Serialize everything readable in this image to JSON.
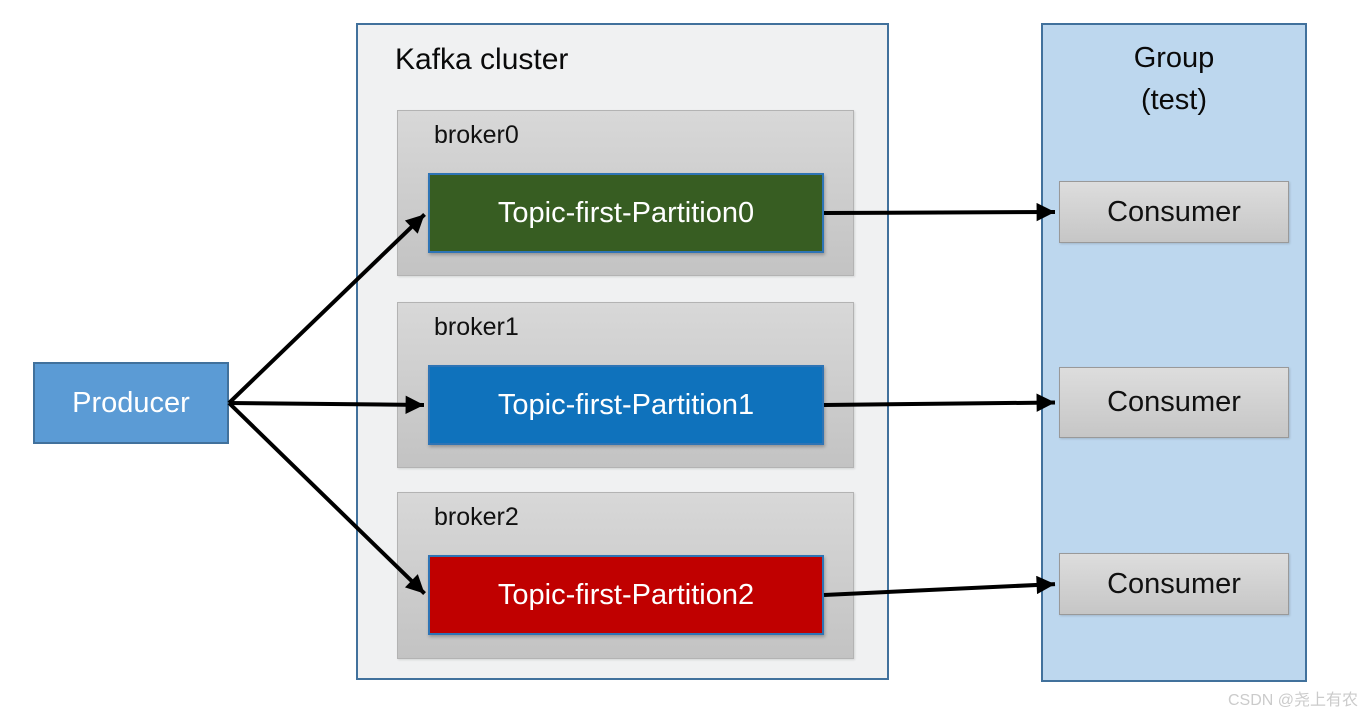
{
  "producer": {
    "label": "Producer"
  },
  "kafka_cluster": {
    "title": "Kafka cluster",
    "brokers": [
      {
        "name": "broker0",
        "partition": {
          "label": "Topic-first-Partition0",
          "color": "#375D22"
        }
      },
      {
        "name": "broker1",
        "partition": {
          "label": "Topic-first-Partition1",
          "color": "#0F72BC"
        }
      },
      {
        "name": "broker2",
        "partition": {
          "label": "Topic-first-Partition2",
          "color": "#C00000"
        }
      }
    ]
  },
  "group": {
    "title_line1": "Group",
    "title_line2": "(test)",
    "consumers": [
      {
        "label": "Consumer"
      },
      {
        "label": "Consumer"
      },
      {
        "label": "Consumer"
      }
    ]
  },
  "edges": [
    {
      "from": "producer",
      "to": "partition-0"
    },
    {
      "from": "producer",
      "to": "partition-1"
    },
    {
      "from": "producer",
      "to": "partition-2"
    },
    {
      "from": "partition-0",
      "to": "consumer-0"
    },
    {
      "from": "partition-1",
      "to": "consumer-1"
    },
    {
      "from": "partition-2",
      "to": "consumer-2"
    }
  ],
  "colors": {
    "producer_fill": "#5B9BD5",
    "producer_border": "#41719C",
    "cluster_fill": "#F0F1F2",
    "cluster_border": "#41719C",
    "group_fill": "#BDD7EE",
    "partition_border": "#2E74B5",
    "broker_fill": "#CDCDCD",
    "consumer_fill": "#D2D2D2",
    "arrow": "#000000",
    "watermark_text_color": "#CBCBCB"
  },
  "watermark": "CSDN @尧上有农"
}
